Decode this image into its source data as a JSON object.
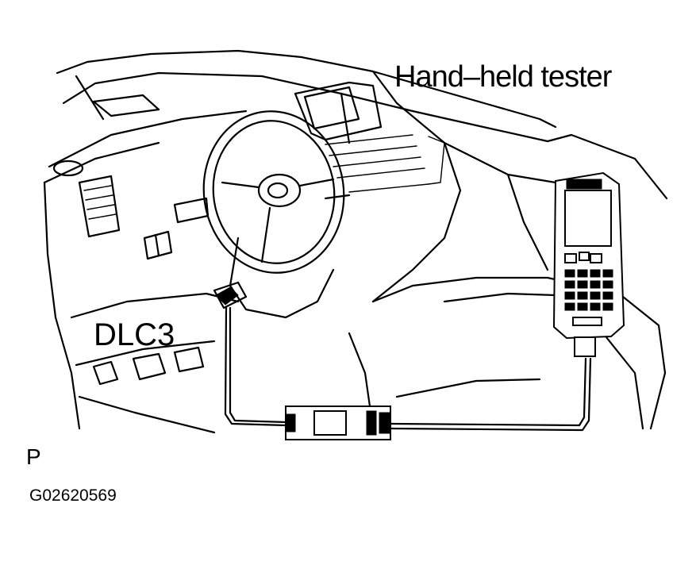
{
  "labels": {
    "tester": "Hand–held tester",
    "dlc": "DLC3",
    "view_mark": "P",
    "figure_code": "G02620569"
  },
  "colors": {
    "line": "#000000",
    "background": "#ffffff"
  }
}
